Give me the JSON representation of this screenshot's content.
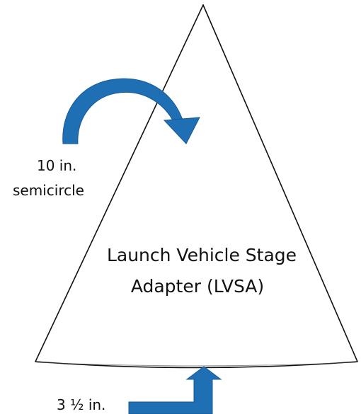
{
  "labels": {
    "top_dimension": "10 in.",
    "top_shape": "semicircle",
    "center_line1": "Launch Vehicle Stage",
    "center_line2": "Adapter (LVSA)",
    "bottom_dimension": "3 ½ in."
  },
  "colors": {
    "stroke": "#111111",
    "arrow": "#1f6fb5",
    "arrow_dark": "#165a96",
    "background": "#ffffff"
  },
  "icons": {
    "curved_arrow": "curved-arrow-icon",
    "bottom_arrow": "elbow-arrow-icon"
  }
}
